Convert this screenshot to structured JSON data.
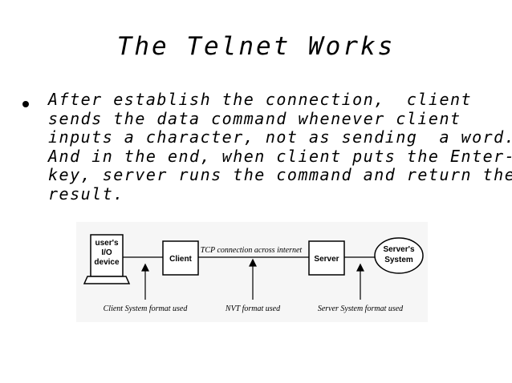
{
  "slide": {
    "title": "The Telnet Works",
    "bullet_lines": [
      "After establish the connection,  client",
      "sends the data command whenever client",
      "inputs a character, not as sending  a word.",
      "And in the end, when client puts the Enter-",
      "key, server runs the command and return the",
      "result."
    ]
  },
  "diagram": {
    "users_io_device": [
      "user's",
      "I/O",
      "device"
    ],
    "client": "Client",
    "tcp_label": "TCP connection across internet",
    "server": "Server",
    "servers_system": [
      "Server's",
      "System"
    ],
    "client_format": "Client System format used",
    "nvt_format": "NVT format used",
    "server_format": "Server System format used"
  }
}
